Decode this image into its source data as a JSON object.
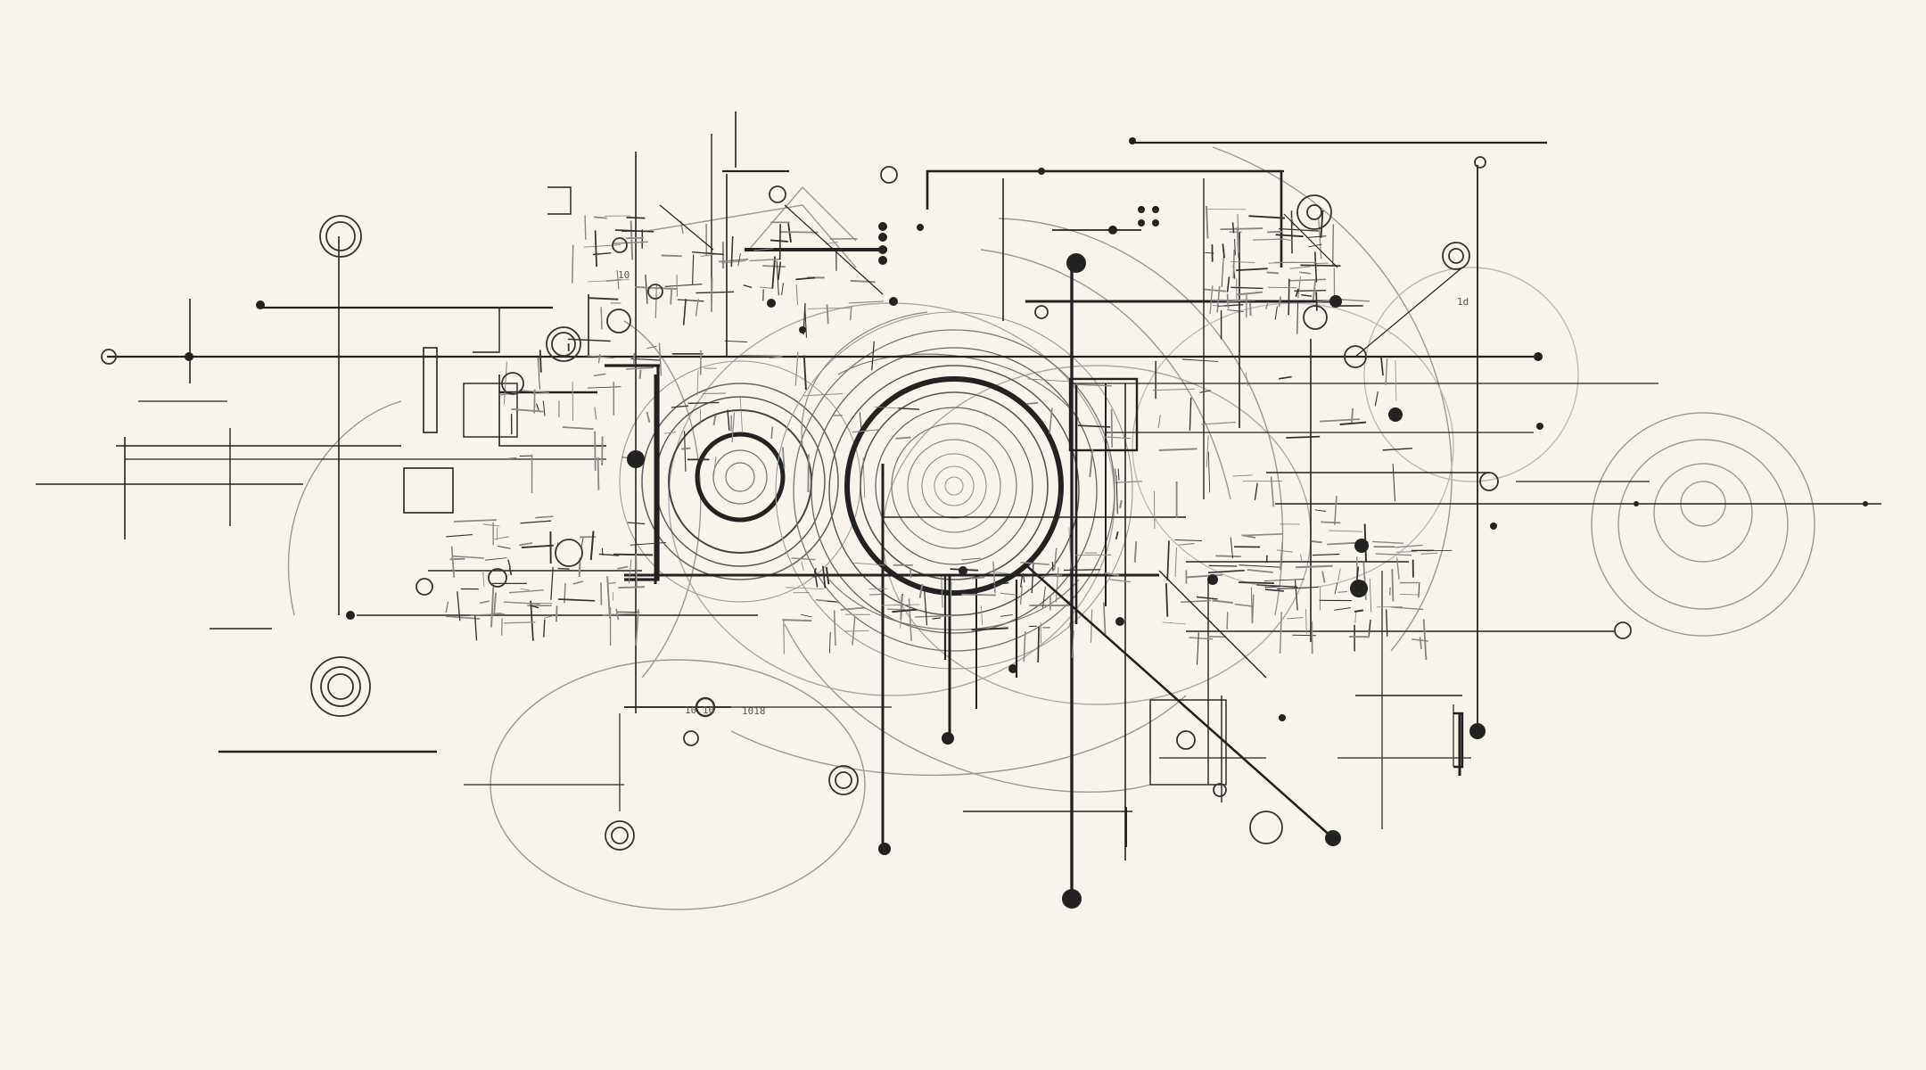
{
  "artwork": {
    "palette": {
      "background": "#f8f4ec",
      "ink": "#222222",
      "ink_light": "#777777",
      "ink_faint": "#aaaaaa"
    },
    "scribbles": [
      "10.10",
      "1018",
      "10",
      "1d"
    ]
  }
}
